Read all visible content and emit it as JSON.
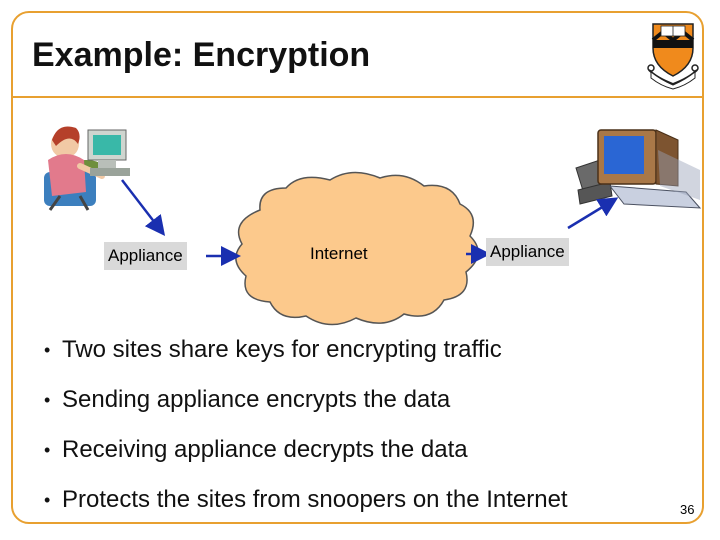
{
  "slide": {
    "title": "Example: Encryption",
    "page_number": "36"
  },
  "diagram": {
    "left_label": "Appliance",
    "cloud_label": "Internet",
    "right_label": "Appliance"
  },
  "bullets": [
    "Two sites share keys for encrypting traffic",
    "Sending appliance encrypts the data",
    "Receiving appliance decrypts the data",
    "Protects the sites from snoopers on the Internet"
  ],
  "colors": {
    "frame": "#e8a030",
    "cloud_fill": "#fcc98c",
    "arrow": "#1a2fb0",
    "label_box": "#d9d9d9"
  },
  "icons": {
    "crest": "princeton-shield-icon",
    "left_site": "person-at-computer-icon",
    "right_site": "desktop-computer-icon"
  }
}
